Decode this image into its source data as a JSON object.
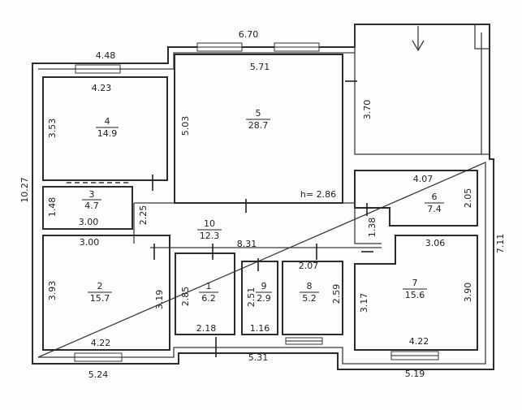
{
  "rooms": [
    {
      "id": "4",
      "number": "4",
      "area": "14.9"
    },
    {
      "id": "5",
      "number": "5",
      "area": "28.7"
    },
    {
      "id": "3",
      "number": "3",
      "area": "4.7"
    },
    {
      "id": "6",
      "number": "6",
      "area": "7.4"
    },
    {
      "id": "10",
      "number": "10",
      "area": "12.3"
    },
    {
      "id": "2",
      "number": "2",
      "area": "15.7"
    },
    {
      "id": "1",
      "number": "1",
      "area": "6.2"
    },
    {
      "id": "9",
      "number": "9",
      "area": "2.9"
    },
    {
      "id": "8",
      "number": "8",
      "area": "5.2"
    },
    {
      "id": "7",
      "number": "7",
      "area": "15.6"
    }
  ],
  "dimensions": {
    "d_670": "6.70",
    "d_448": "4.48",
    "d_571": "5.71",
    "d_423": "4.23",
    "d_353": "3.53",
    "d_503": "5.03",
    "d_370": "3.70",
    "d_1027": "10.27",
    "d_148": "1.48",
    "d_300a": "3.00",
    "d_225": "2.25",
    "d_407": "4.07",
    "d_205": "2.05",
    "d_138": "1.38",
    "d_831": "8.31",
    "d_300b": "3.00",
    "d_306": "3.06",
    "d_711": "7.11",
    "d_393": "3.93",
    "d_319": "3.19",
    "d_285": "2.85",
    "d_251": "2.51",
    "d_207": "2.07",
    "d_259": "2.59",
    "d_317": "3.17",
    "d_390": "3.90",
    "d_422a": "4.22",
    "d_218": "2.18",
    "d_116": "1.16",
    "d_422b": "4.22",
    "d_531": "5.31",
    "d_524": "5.24",
    "d_519": "5.19"
  },
  "height_note": "h= 2.86"
}
